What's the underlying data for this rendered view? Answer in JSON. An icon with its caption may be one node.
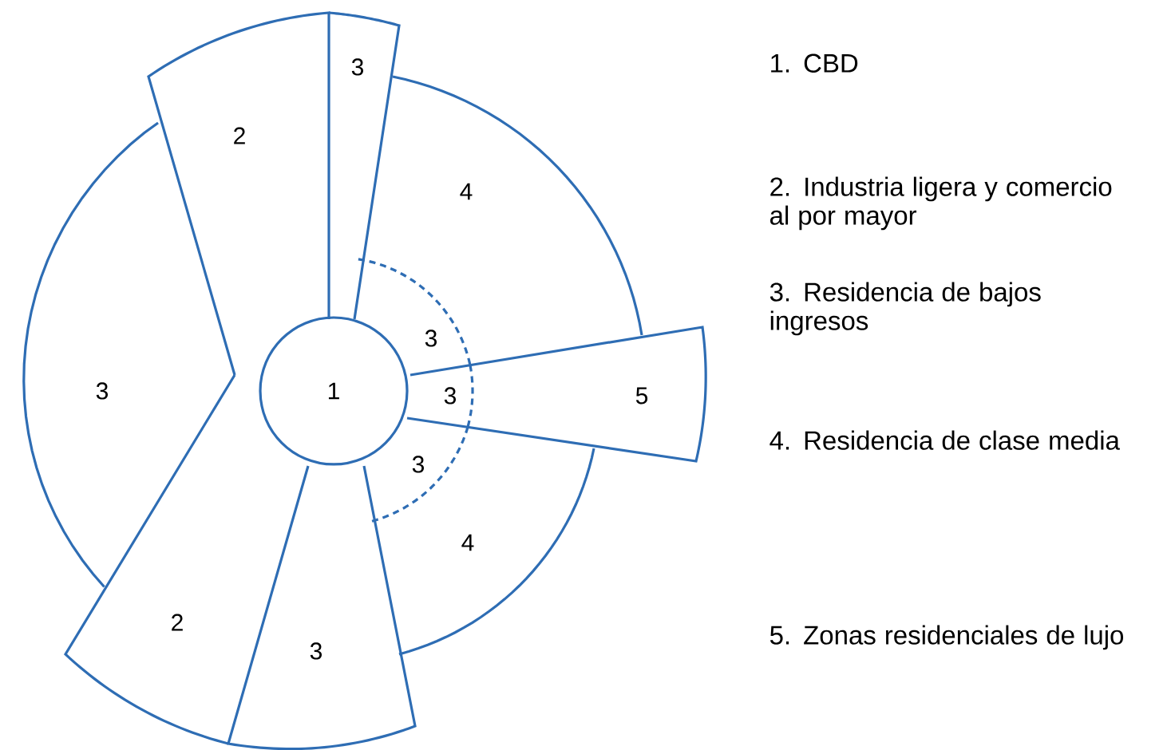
{
  "diagram": {
    "nodes": [
      {
        "text": [
          "1"
        ]
      },
      {
        "text": [
          "2"
        ]
      },
      {
        "text": [
          "3"
        ]
      },
      {
        "text": [
          "4"
        ]
      },
      {
        "text": [
          "5"
        ]
      },
      {
        "text": [
          "4"
        ]
      },
      {
        "text": [
          "3"
        ]
      },
      {
        "text": [
          "2"
        ]
      },
      {
        "text": [
          "3"
        ]
      },
      {
        "text": [
          "3"
        ]
      },
      {
        "text": [
          "3"
        ],
        "in": 4
      },
      {
        "text": [
          "3"
        ]
      }
    ],
    "labels": [
      "1. CBD",
      "2. Industria ligera y comercio al por mayor",
      "3. Residencia de bajos ingresos",
      "4. Residencia de clase media",
      "5. Zonas residenciales de lujo"
    ]
  }
}
